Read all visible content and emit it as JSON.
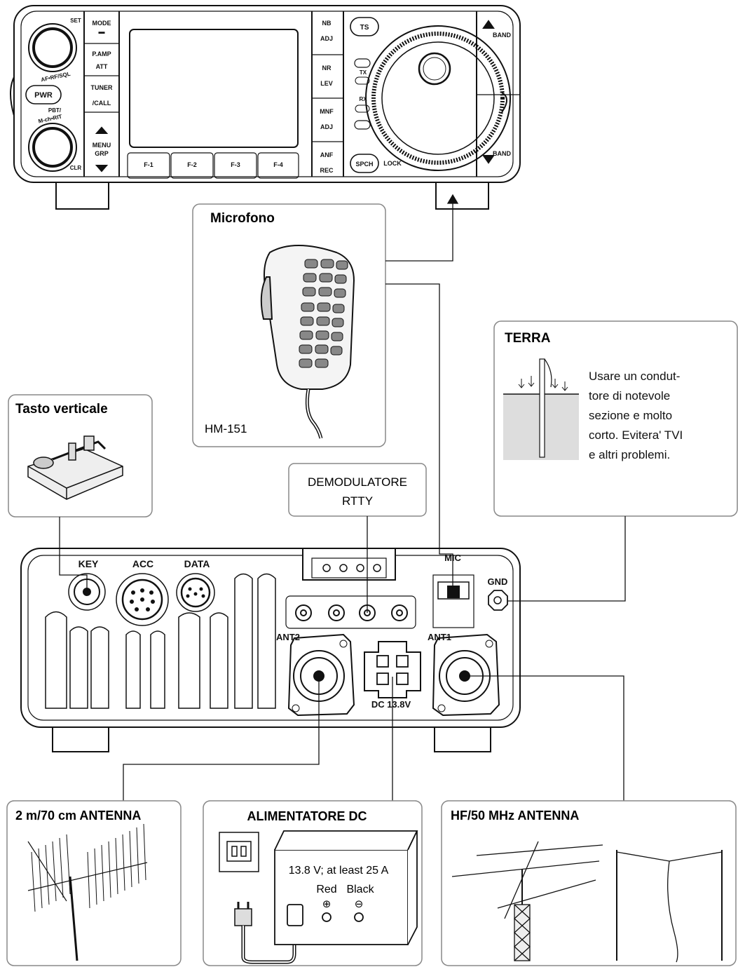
{
  "front_panel": {
    "buttons": {
      "mode": "MODE",
      "pamp": "P.AMP",
      "att": "ATT",
      "tuner": "TUNER",
      "call": "/CALL",
      "menu": "MENU",
      "grp": "GRP",
      "pwr": "PWR",
      "nb": "NB",
      "adj1": "ADJ",
      "nr": "NR",
      "lev": "LEV",
      "mnf": "MNF",
      "adj2": "ADJ",
      "anf": "ANF",
      "rec": "REC",
      "ts": "TS",
      "spch": "SPCH",
      "lock": "LOCK",
      "band_up": "BAND",
      "band_down": "BAND",
      "tx": "TX",
      "rx": "RX",
      "set": "SET",
      "clr": "CLR",
      "knob_top": "AF•RF/SQL",
      "knob_bottom": "M-ch•RIT",
      "pbt": "PBT/",
      "f_keys": [
        "F-1",
        "F-2",
        "F-3",
        "F-4"
      ]
    }
  },
  "microphone": {
    "title": "Microfono",
    "model": "HM-151"
  },
  "ground": {
    "title": "TERRA",
    "text_lines": [
      "Usare un condut-",
      "tore di notevole",
      "sezione e molto",
      "corto. Evitera' TVI",
      "e altri problemi."
    ]
  },
  "key": {
    "title": "Tasto verticale"
  },
  "demodulator": {
    "lines": [
      "DEMODULATORE",
      "RTTY"
    ]
  },
  "rear_panel": {
    "labels": {
      "key": "KEY",
      "acc": "ACC",
      "data": "DATA",
      "mic": "MIC",
      "gnd": "GND",
      "ant2": "ANT2",
      "ant1": "ANT1",
      "dc": "DC 13.8V"
    }
  },
  "vhf_antenna": {
    "title": "2 m/70 cm ANTENNA"
  },
  "power_supply": {
    "title": "ALIMENTATORE DC",
    "rating": "13.8 V; at least 25 A",
    "red": "Red",
    "black": "Black",
    "plus": "⊕",
    "minus": "⊖"
  },
  "hf_antenna": {
    "title": "HF/50 MHz ANTENNA"
  }
}
